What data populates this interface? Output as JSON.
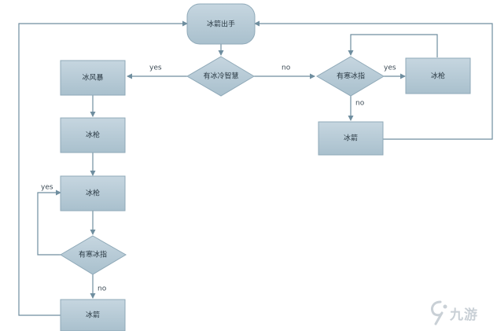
{
  "nodes": {
    "start": "冰箭出手",
    "has_cold_wisdom": "有冰冷智慧",
    "has_cold_finger_right": "有寒冰指",
    "ice_lance_right": "冰枪",
    "frostbolt_right": "冰箭",
    "blizzard": "冰风暴",
    "ice_lance_1": "冰枪",
    "ice_lance_2": "冰枪",
    "has_cold_finger_left": "有寒冰指",
    "frostbolt_left": "冰箭"
  },
  "edges": {
    "wisdom_yes": "yes",
    "wisdom_no": "no",
    "right_finger_yes": "yes",
    "right_finger_no": "no",
    "left_finger_yes": "yes",
    "left_finger_no": "no"
  },
  "watermark": {
    "text": "九游"
  },
  "colors": {
    "node_fill": "#b6cad6",
    "node_stroke": "#8fa9b8",
    "line": "#6f8e9f"
  }
}
